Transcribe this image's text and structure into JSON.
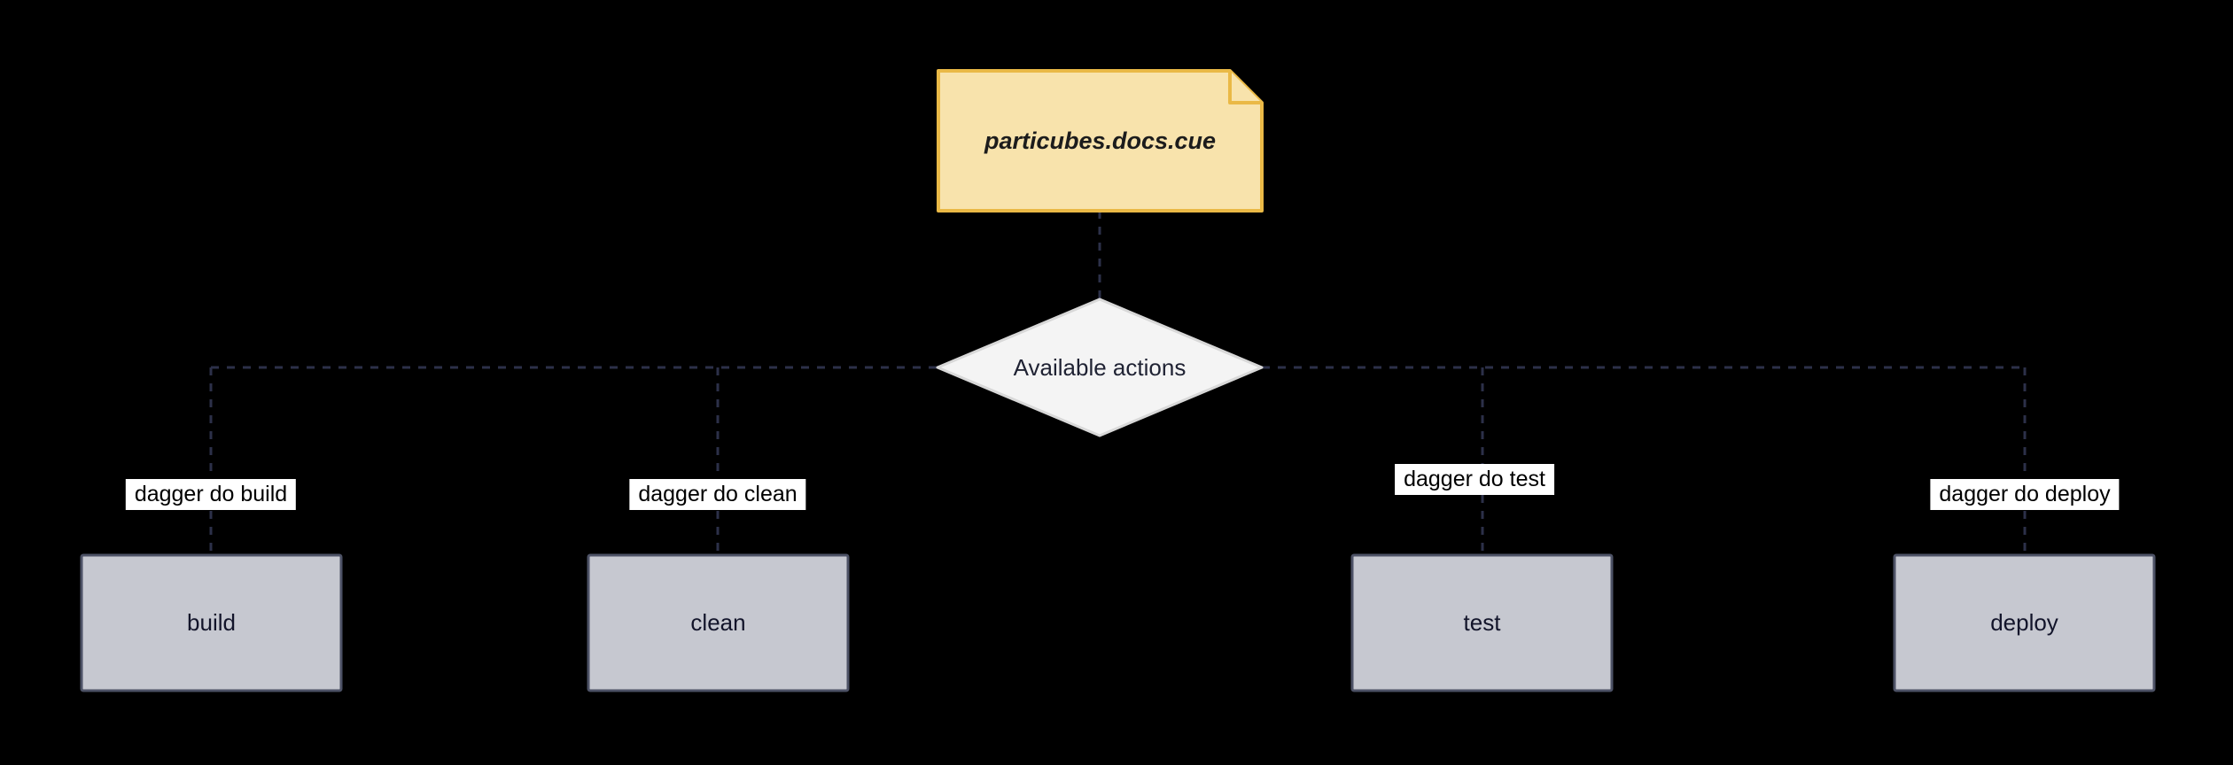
{
  "diagram": {
    "note": {
      "label": "particubes.docs.cue"
    },
    "decision": {
      "label": "Available actions"
    },
    "branches": [
      {
        "command": "dagger do build",
        "node": "build"
      },
      {
        "command": "dagger do clean",
        "node": "clean"
      },
      {
        "command": "dagger do test",
        "node": "test"
      },
      {
        "command": "dagger do deploy",
        "node": "deploy"
      }
    ],
    "colors": {
      "background": "#000000",
      "note_fill": "#f8e3ac",
      "note_border": "#eab946",
      "decision_fill": "#f4f4f4",
      "decision_border": "#d8d8d8",
      "decision_text": "#1f2233",
      "box_fill": "#c6c8d0",
      "box_border": "#4d5266",
      "box_text": "#12142a",
      "edge": "#2c3049",
      "label_bg": "#ffffff",
      "label_text": "#000000"
    }
  }
}
